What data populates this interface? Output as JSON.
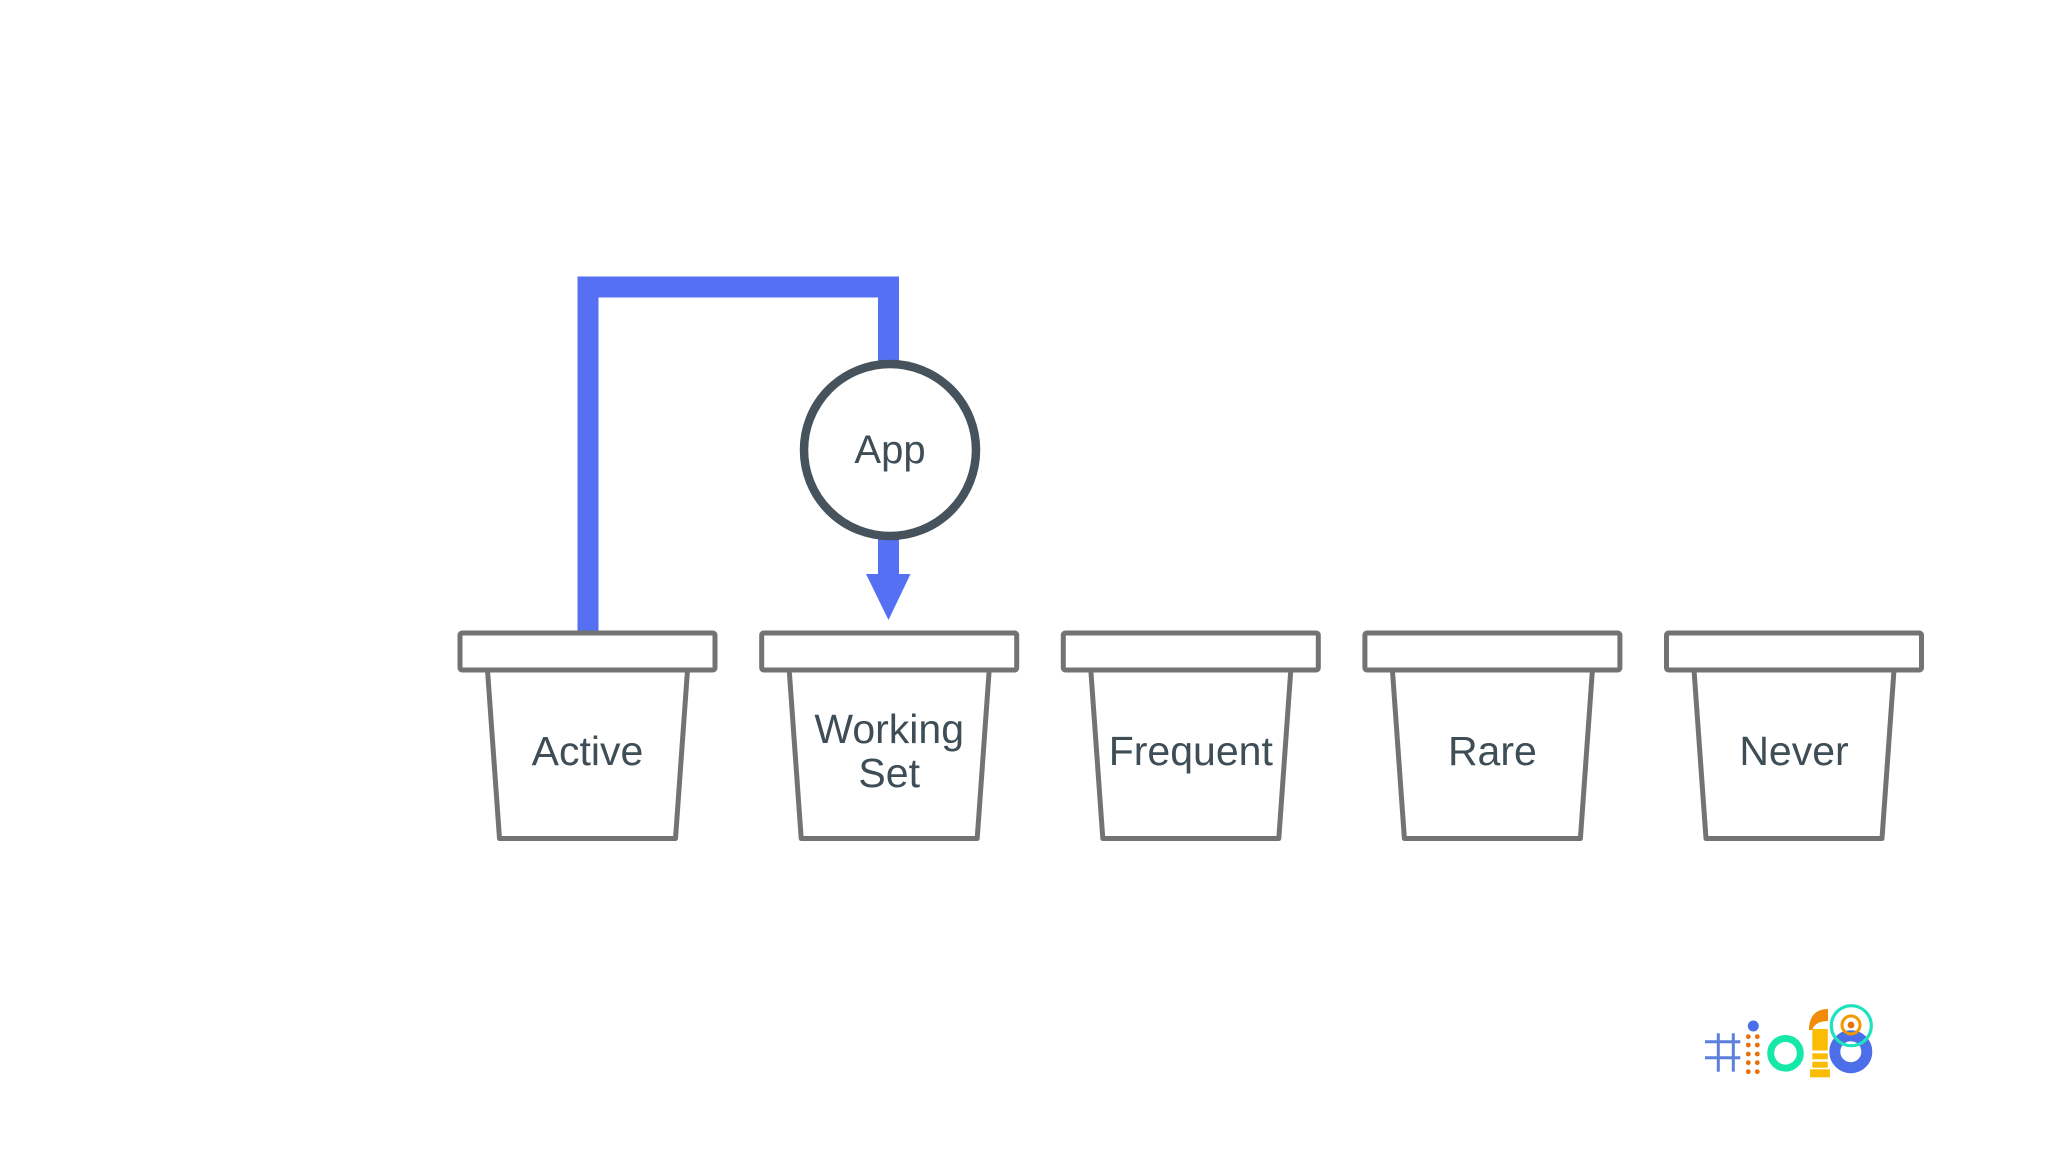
{
  "slide": {
    "background_color": "#ffffff",
    "arrow": {
      "from": "Active",
      "to": "Working Set",
      "color": "#5670F4"
    },
    "app_node": {
      "label": "App",
      "stroke_color": "#46535C",
      "fill_color": "#ffffff"
    },
    "buckets": [
      {
        "label": "Active",
        "label_lines": [
          "Active"
        ]
      },
      {
        "label": "Working Set",
        "label_lines": [
          "Working",
          "Set"
        ]
      },
      {
        "label": "Frequent",
        "label_lines": [
          "Frequent"
        ]
      },
      {
        "label": "Rare",
        "label_lines": [
          "Rare"
        ]
      },
      {
        "label": "Never",
        "label_lines": [
          "Never"
        ]
      }
    ],
    "bucket_style": {
      "stroke_color": "#737373",
      "fill_color": "#ffffff",
      "label_color": "#3E4D56"
    },
    "footer": {
      "logo_text": "#io18",
      "logo_colors": {
        "hash_blue": "#5C7EDC",
        "dot_blue": "#4D6EEA",
        "stem_orange": "#E8710A",
        "o_green": "#15E8A8",
        "one_orange": "#F28B0A",
        "one_yellow": "#FBBC05",
        "eight_teal": "#1DE2C0",
        "eight_ring_orange": "#F29900",
        "eight_blue": "#4C6EE8"
      }
    }
  }
}
